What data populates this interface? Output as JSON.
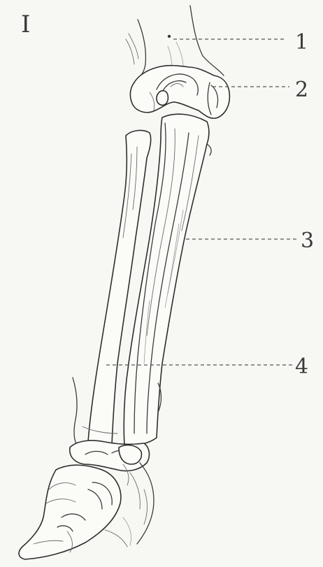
{
  "figure": {
    "number": "I",
    "labels": [
      "1",
      "2",
      "3",
      "4"
    ]
  }
}
